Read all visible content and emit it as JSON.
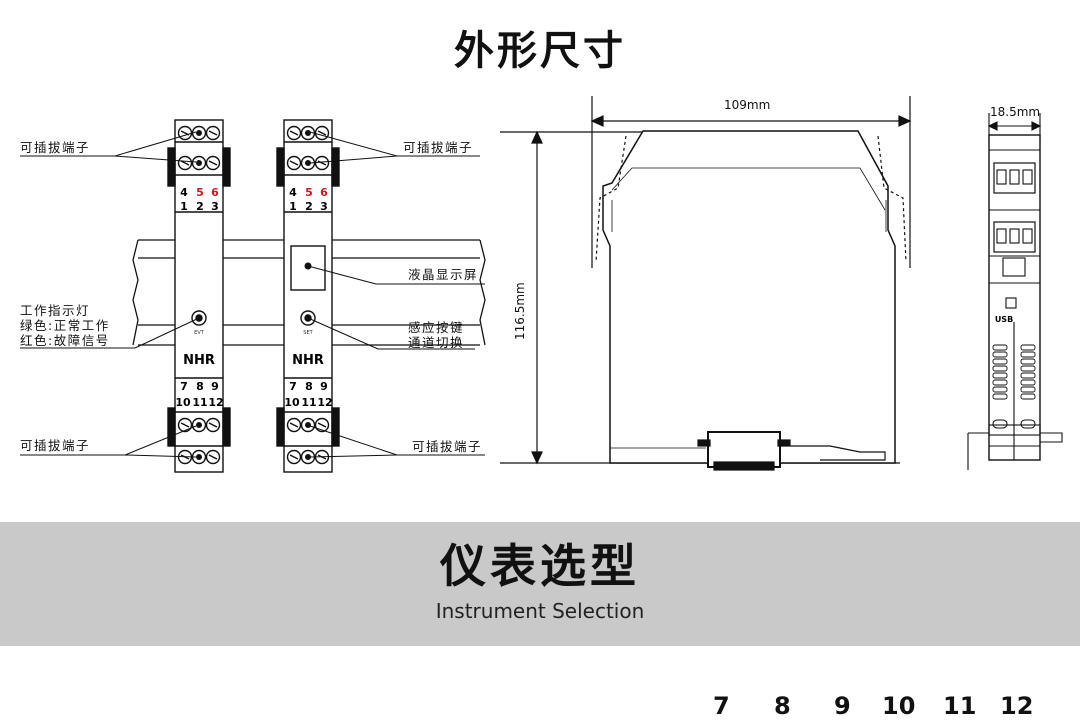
{
  "header": {
    "title": "外形尺寸"
  },
  "callouts": {
    "plug_terminal": "可插拔端子",
    "indicator": [
      "工作指示灯",
      "绿色:正常工作",
      "红色:故障信号"
    ],
    "lcd": "液晶显示屏",
    "touch_key": [
      "感应按键",
      "通道切换"
    ]
  },
  "module_front": {
    "top_row_a": [
      "4",
      "5",
      "6"
    ],
    "top_row_b": [
      "1",
      "2",
      "3"
    ],
    "bottom_row_a": [
      "7",
      "8",
      "9"
    ],
    "bottom_row_b": [
      "10",
      "11",
      "12"
    ],
    "left_led_label": "EVT",
    "right_led_label": "SET",
    "brand": "NHR"
  },
  "dimensions": {
    "width": "109mm",
    "height": "116.5mm",
    "depth": "18.5mm",
    "usb_label": "USB"
  },
  "section": {
    "title_cn": "仪表选型",
    "title_en": "Instrument Selection"
  },
  "partial_numbers": [
    "7",
    "8",
    "9",
    "10",
    "11",
    "12"
  ],
  "colors": {
    "band": "#c9c9c9",
    "accent_red": "#d8141c",
    "line": "#111111"
  }
}
